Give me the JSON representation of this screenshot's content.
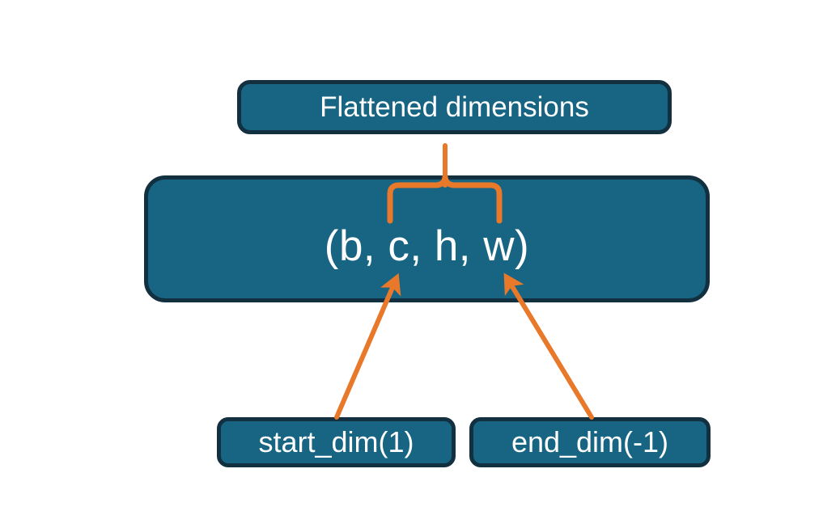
{
  "diagram": {
    "title_box": {
      "label": "Flattened dimensions"
    },
    "shape_box": {
      "label": "(b, c, h, w)",
      "dims": [
        "b",
        "c",
        "h",
        "w"
      ]
    },
    "argument_boxes": [
      {
        "label": "start_dim(1)"
      },
      {
        "label": "end_dim(-1)"
      }
    ],
    "connectors": {
      "brace": {
        "name": "curly-brace",
        "spans_dims": [
          "c",
          "h",
          "w"
        ],
        "points_to": "Flattened dimensions"
      },
      "arrows": [
        {
          "name": "start-dim-arrow",
          "from": "start_dim(1)",
          "to": "c"
        },
        {
          "name": "end-dim-arrow",
          "from": "end_dim(-1)",
          "to": "w"
        }
      ]
    },
    "colors": {
      "box_fill": "#176582",
      "box_border": "#12303f",
      "accent": "#E8792B",
      "text": "#ffffff",
      "background": "#ffffff"
    }
  }
}
